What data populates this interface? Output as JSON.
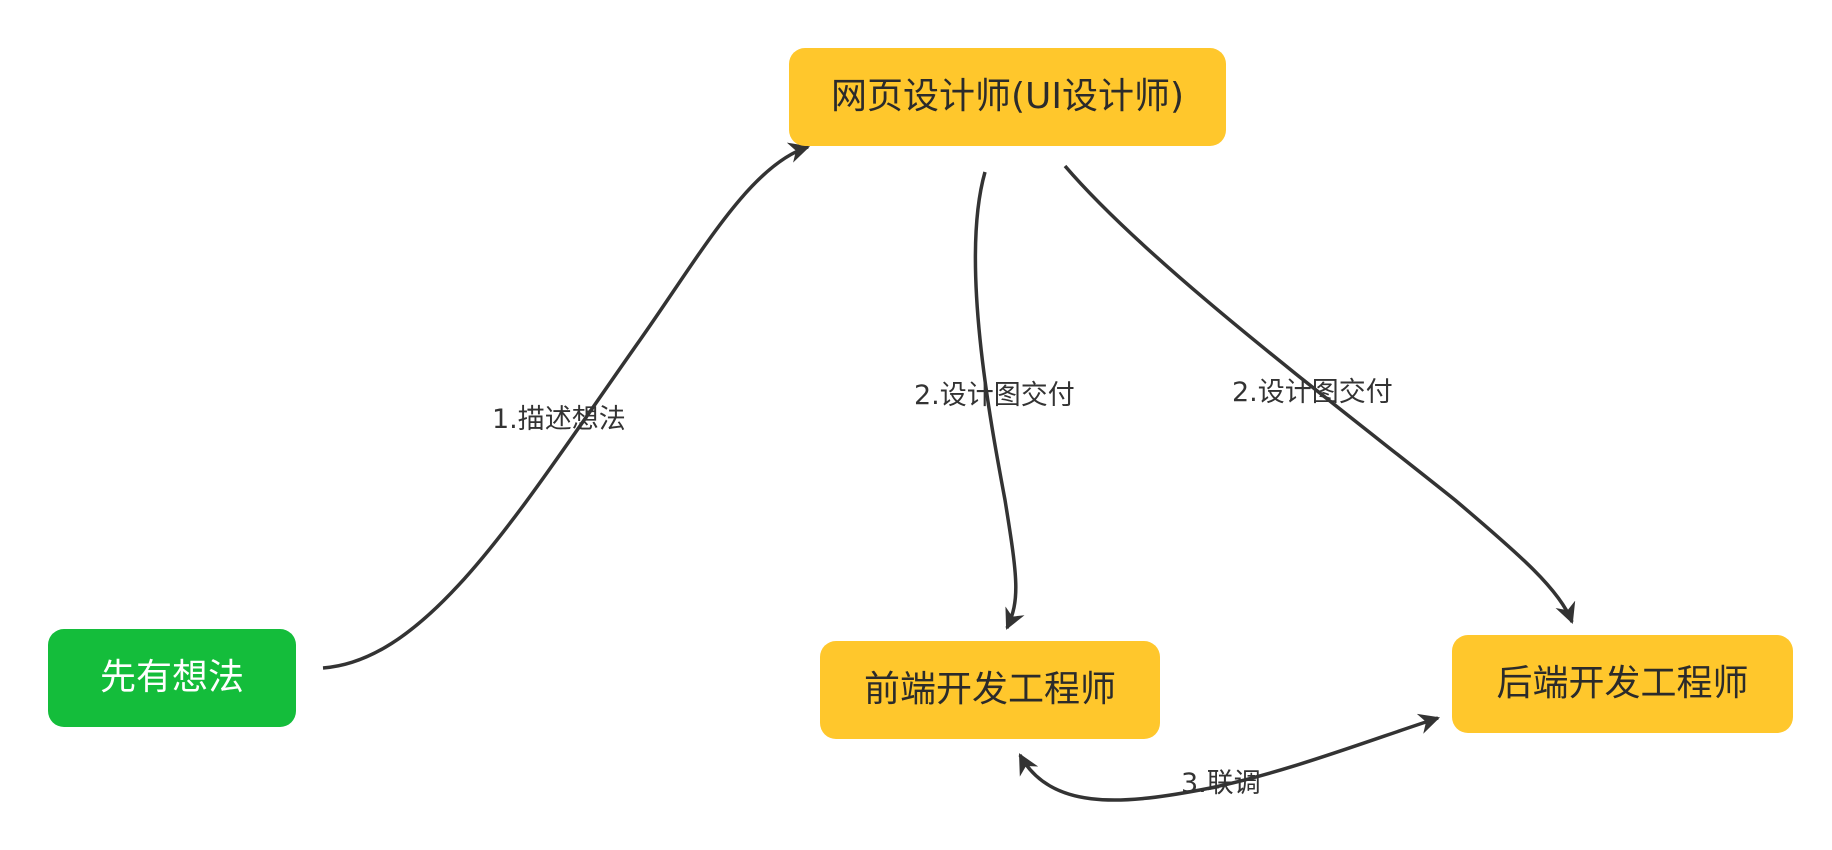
{
  "nodes": {
    "idea": "先有想法",
    "ui_designer": "网页设计师(UI设计师)",
    "frontend": "前端开发工程师",
    "backend": "后端开发工程师"
  },
  "edges": {
    "describe_idea": "1.描述想法",
    "design_to_frontend": "2.设计图交付",
    "design_to_backend": "2.设计图交付",
    "joint_debug": "3.联调"
  },
  "colors": {
    "node_fill": "#ffc72c",
    "start_fill": "#14bd3b",
    "edge_stroke": "#333333"
  }
}
